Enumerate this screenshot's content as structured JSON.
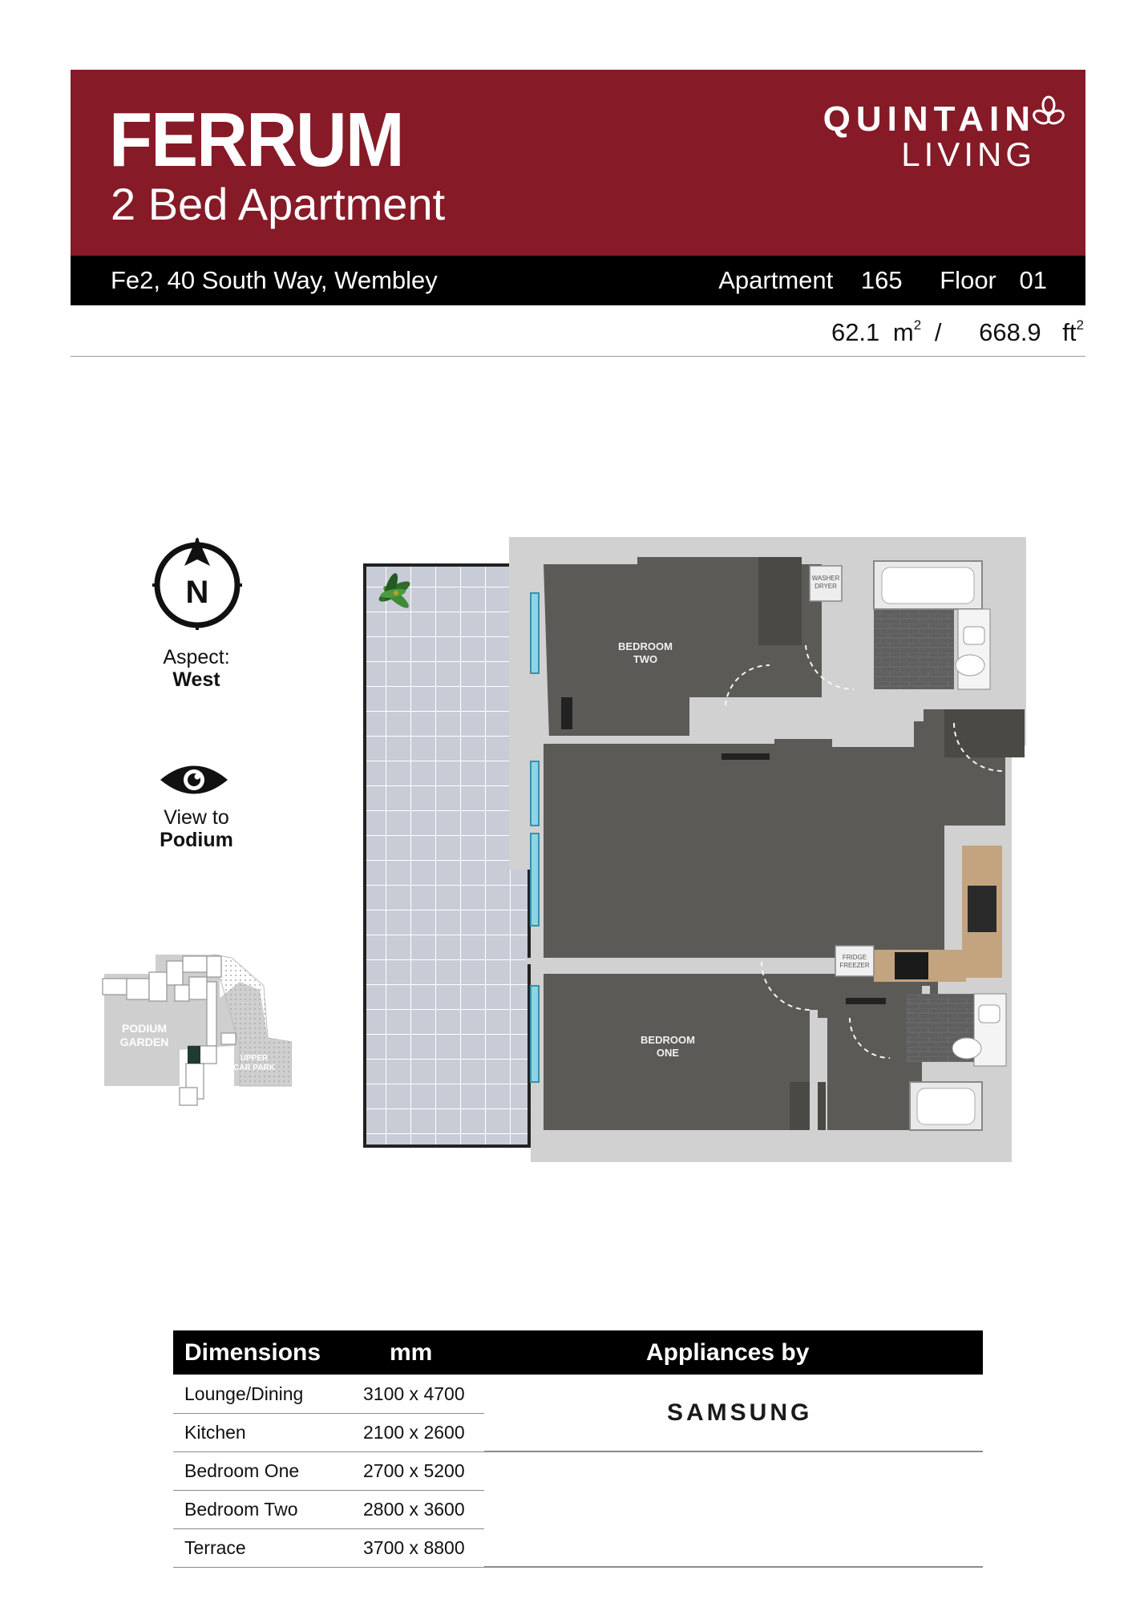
{
  "header": {
    "title": "FERRUM",
    "subtitle": "2 Bed Apartment",
    "brand_line1": "QUINTAIN",
    "brand_line2": "LIVING",
    "brand_color": "#861a27"
  },
  "address_bar": {
    "address": "Fe2, 40 South Way, Wembley",
    "apartment_label": "Apartment",
    "apartment_number": "165",
    "floor_label": "Floor",
    "floor_number": "01"
  },
  "area": {
    "sqm": "62.1",
    "sqm_unit": "m",
    "sqm_sup": "2",
    "separator": "/",
    "sqft": "668.9",
    "sqft_unit": "ft",
    "sqft_sup": "2"
  },
  "orientation": {
    "compass_letter": "N",
    "aspect_label": "Aspect:",
    "aspect_value": "West",
    "view_label": "View to",
    "view_value": "Podium"
  },
  "site_plan": {
    "podium_line1": "PODIUM",
    "podium_line2": "GARDEN",
    "carpark_line1": "UPPER",
    "carpark_line2": "CAR PARK"
  },
  "floor_plan": {
    "bedroom_two_line1": "BEDROOM",
    "bedroom_two_line2": "TWO",
    "bedroom_one_line1": "BEDROOM",
    "bedroom_one_line2": "ONE",
    "washer_line1": "WASHER",
    "washer_line2": "DRYER",
    "fridge_line1": "FRIDGE",
    "fridge_line2": "FREEZER"
  },
  "dimensions": {
    "header": "Dimensions",
    "unit_header": "mm",
    "rows": [
      {
        "name": "Lounge/Dining",
        "value": "3100 x 4700"
      },
      {
        "name": "Kitchen",
        "value": "2100 x 2600"
      },
      {
        "name": "Bedroom One",
        "value": "2700 x 5200"
      },
      {
        "name": "Bedroom Two",
        "value": "2800 x 3600"
      },
      {
        "name": "Terrace",
        "value": "3700 x 8800"
      }
    ]
  },
  "appliances": {
    "header": "Appliances by",
    "brand": "SAMSUNG"
  }
}
